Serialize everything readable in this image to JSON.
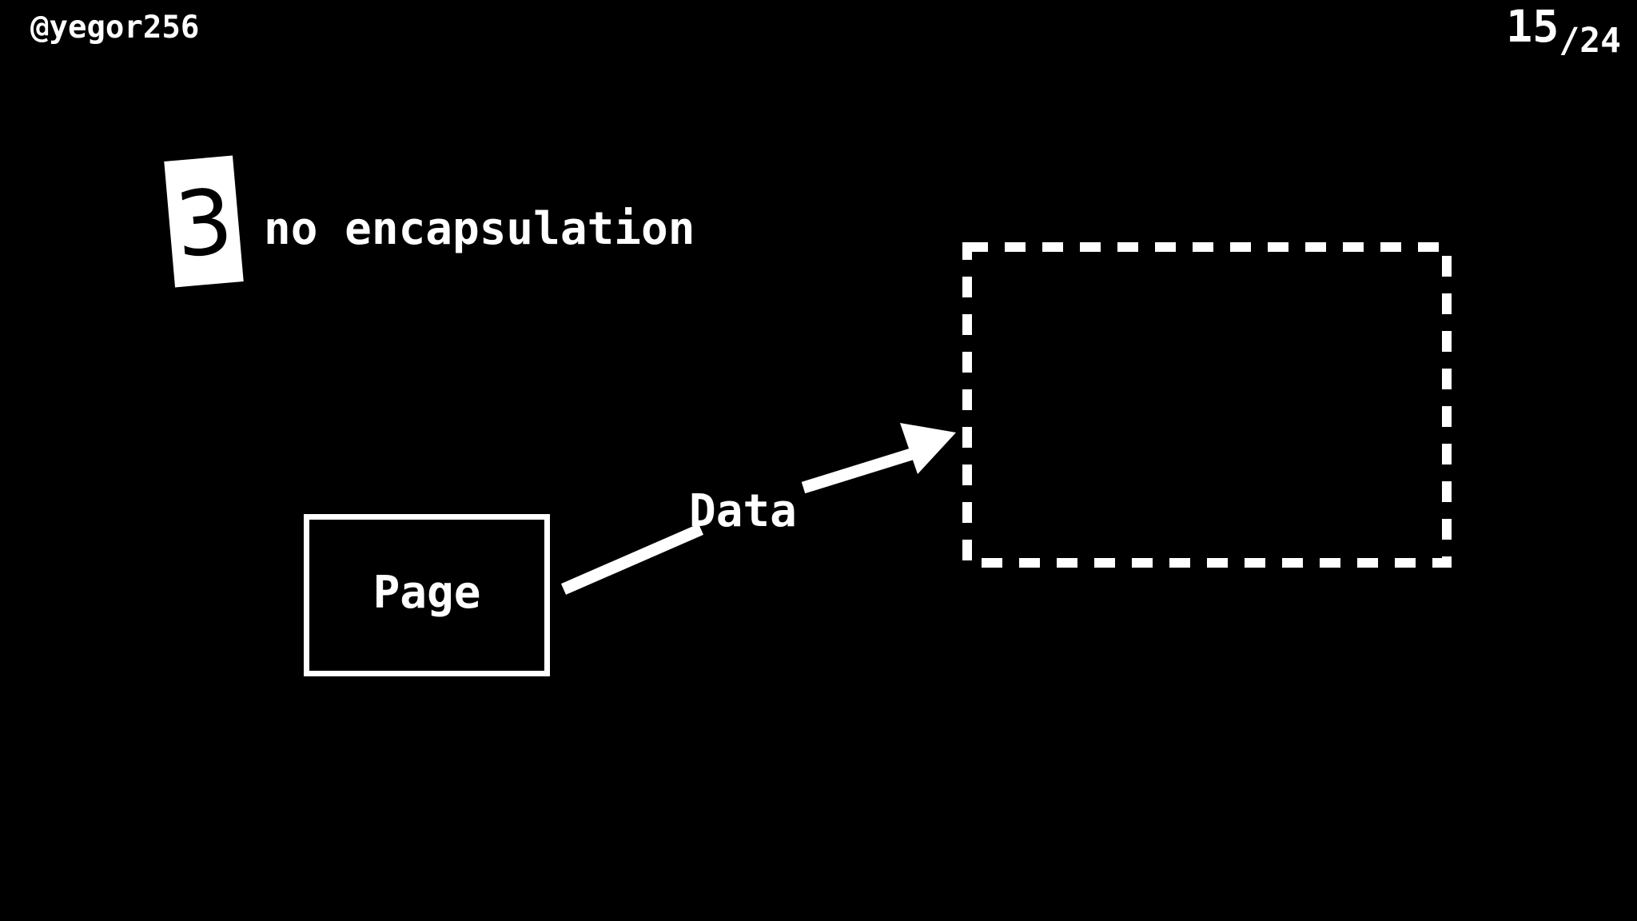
{
  "colors": {
    "background": "#000000",
    "foreground": "#ffffff",
    "badge-bg": "#ffffff",
    "badge-fg": "#000000"
  },
  "header": {
    "handle": "@yegor256",
    "page_current": "15",
    "page_total": "/24"
  },
  "section": {
    "badge_number": "3",
    "title": "no encapsulation"
  },
  "diagram": {
    "source_box_label": "Page",
    "arrow_label": "Data",
    "arrow_icon": "arrow-up-right-icon",
    "destination_box": "empty-dashed-rectangle"
  }
}
